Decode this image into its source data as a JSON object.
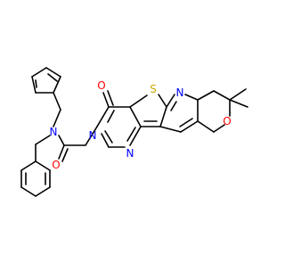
{
  "atoms": {
    "O_carbonyl": "O",
    "S": "S",
    "N_pyridine": "N",
    "N_amide3": "N",
    "N_pyrimidine": "N",
    "O_ring": "O",
    "O_amide": "O",
    "N_diphenyl": "N"
  },
  "colors": {
    "bond": "#000000",
    "oxygen": "#ff0000",
    "nitrogen": "#0000ff",
    "sulfur": "#ccaa00",
    "background": "#ffffff"
  }
}
